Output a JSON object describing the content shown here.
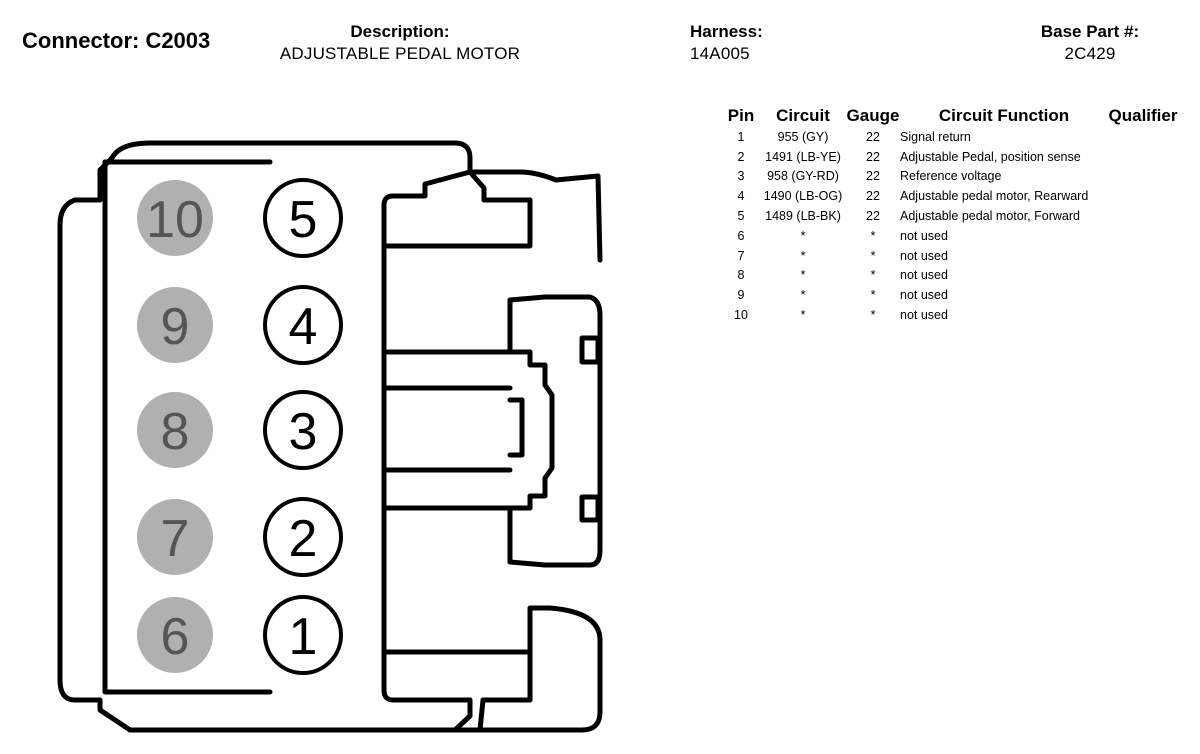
{
  "header": {
    "connector": "Connector: C2003",
    "description_label": "Description:",
    "description_value": "ADJUSTABLE PEDAL MOTOR",
    "harness_label": "Harness:",
    "harness_value": "14A005",
    "base_label": "Base Part #:",
    "base_value": "2C429"
  },
  "table": {
    "headers": [
      "Pin",
      "Circuit",
      "Gauge",
      "Circuit Function",
      "Qualifier"
    ],
    "rows": [
      [
        "1",
        "955 (GY)",
        "22",
        "Signal return",
        ""
      ],
      [
        "2",
        "1491 (LB-YE)",
        "22",
        "Adjustable Pedal, position sense",
        ""
      ],
      [
        "3",
        "958 (GY-RD)",
        "22",
        "Reference voltage",
        ""
      ],
      [
        "4",
        "1490 (LB-OG)",
        "22",
        "Adjustable pedal motor, Rearward",
        ""
      ],
      [
        "5",
        "1489 (LB-BK)",
        "22",
        "Adjustable pedal motor, Forward",
        ""
      ],
      [
        "6",
        "*",
        "*",
        "not used",
        ""
      ],
      [
        "7",
        "*",
        "*",
        "not used",
        ""
      ],
      [
        "8",
        "*",
        "*",
        "not used",
        ""
      ],
      [
        "9",
        "*",
        "*",
        "not used",
        ""
      ],
      [
        "10",
        "*",
        "*",
        "not used",
        ""
      ]
    ]
  },
  "diagram": {
    "used_pins": [
      "5",
      "4",
      "3",
      "2",
      "1"
    ],
    "unused_pins": [
      "10",
      "9",
      "8",
      "7",
      "6"
    ],
    "unused_fill": "#b0b0b0",
    "unused_text_color": "#555555"
  }
}
